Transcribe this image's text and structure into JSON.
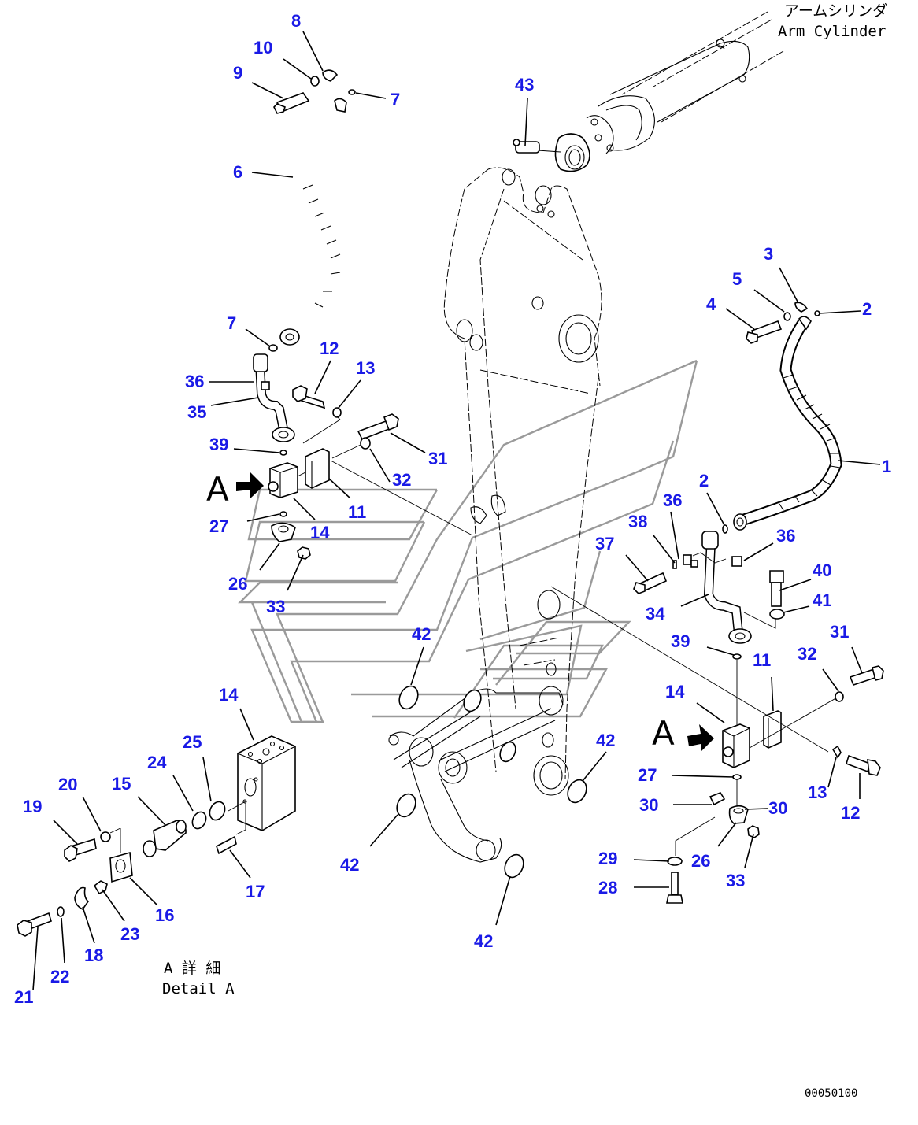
{
  "title": {
    "japanese": "アームシリンダ",
    "english": "Arm Cylinder"
  },
  "detail_caption": {
    "japanese": "A 詳 細",
    "english": "Detail A"
  },
  "view_marker": "A",
  "drawing_code": "00050100",
  "colors": {
    "callout": "#1a1ae6",
    "line": "#000000",
    "watermark": "#9a9a9a"
  },
  "callouts": [
    {
      "id": "c8",
      "label": "8"
    },
    {
      "id": "c10",
      "label": "10"
    },
    {
      "id": "c9",
      "label": "9"
    },
    {
      "id": "c7a",
      "label": "7"
    },
    {
      "id": "c6",
      "label": "6"
    },
    {
      "id": "c43",
      "label": "43"
    },
    {
      "id": "c3",
      "label": "3"
    },
    {
      "id": "c5",
      "label": "5"
    },
    {
      "id": "c4",
      "label": "4"
    },
    {
      "id": "c2a",
      "label": "2"
    },
    {
      "id": "c7b",
      "label": "7"
    },
    {
      "id": "c12a",
      "label": "12"
    },
    {
      "id": "c13a",
      "label": "13"
    },
    {
      "id": "c36a",
      "label": "36"
    },
    {
      "id": "c35",
      "label": "35"
    },
    {
      "id": "c39a",
      "label": "39"
    },
    {
      "id": "c31a",
      "label": "31"
    },
    {
      "id": "c32a",
      "label": "32"
    },
    {
      "id": "c11a",
      "label": "11"
    },
    {
      "id": "c14a",
      "label": "14"
    },
    {
      "id": "c27a",
      "label": "27"
    },
    {
      "id": "c26a",
      "label": "26"
    },
    {
      "id": "c33a",
      "label": "33"
    },
    {
      "id": "c1",
      "label": "1"
    },
    {
      "id": "c2b",
      "label": "2"
    },
    {
      "id": "c36b",
      "label": "36"
    },
    {
      "id": "c38",
      "label": "38"
    },
    {
      "id": "c36c",
      "label": "36"
    },
    {
      "id": "c37",
      "label": "37"
    },
    {
      "id": "c40",
      "label": "40"
    },
    {
      "id": "c41",
      "label": "41"
    },
    {
      "id": "c34",
      "label": "34"
    },
    {
      "id": "c31b",
      "label": "31"
    },
    {
      "id": "c32b",
      "label": "32"
    },
    {
      "id": "c39b",
      "label": "39"
    },
    {
      "id": "c11b",
      "label": "11"
    },
    {
      "id": "c14b",
      "label": "14"
    },
    {
      "id": "c42a",
      "label": "42"
    },
    {
      "id": "c42b",
      "label": "42"
    },
    {
      "id": "c13b",
      "label": "13"
    },
    {
      "id": "c12b",
      "label": "12"
    },
    {
      "id": "c27b",
      "label": "27"
    },
    {
      "id": "c30a",
      "label": "30"
    },
    {
      "id": "c30b",
      "label": "30"
    },
    {
      "id": "c29",
      "label": "29"
    },
    {
      "id": "c26b",
      "label": "26"
    },
    {
      "id": "c33b",
      "label": "33"
    },
    {
      "id": "c28",
      "label": "28"
    },
    {
      "id": "c42c",
      "label": "42"
    },
    {
      "id": "c42d",
      "label": "42"
    },
    {
      "id": "c14c",
      "label": "14"
    },
    {
      "id": "c25",
      "label": "25"
    },
    {
      "id": "c24",
      "label": "24"
    },
    {
      "id": "c20",
      "label": "20"
    },
    {
      "id": "c15",
      "label": "15"
    },
    {
      "id": "c19",
      "label": "19"
    },
    {
      "id": "c17",
      "label": "17"
    },
    {
      "id": "c16",
      "label": "16"
    },
    {
      "id": "c23",
      "label": "23"
    },
    {
      "id": "c18",
      "label": "18"
    },
    {
      "id": "c21",
      "label": "21"
    },
    {
      "id": "c22",
      "label": "22"
    }
  ]
}
